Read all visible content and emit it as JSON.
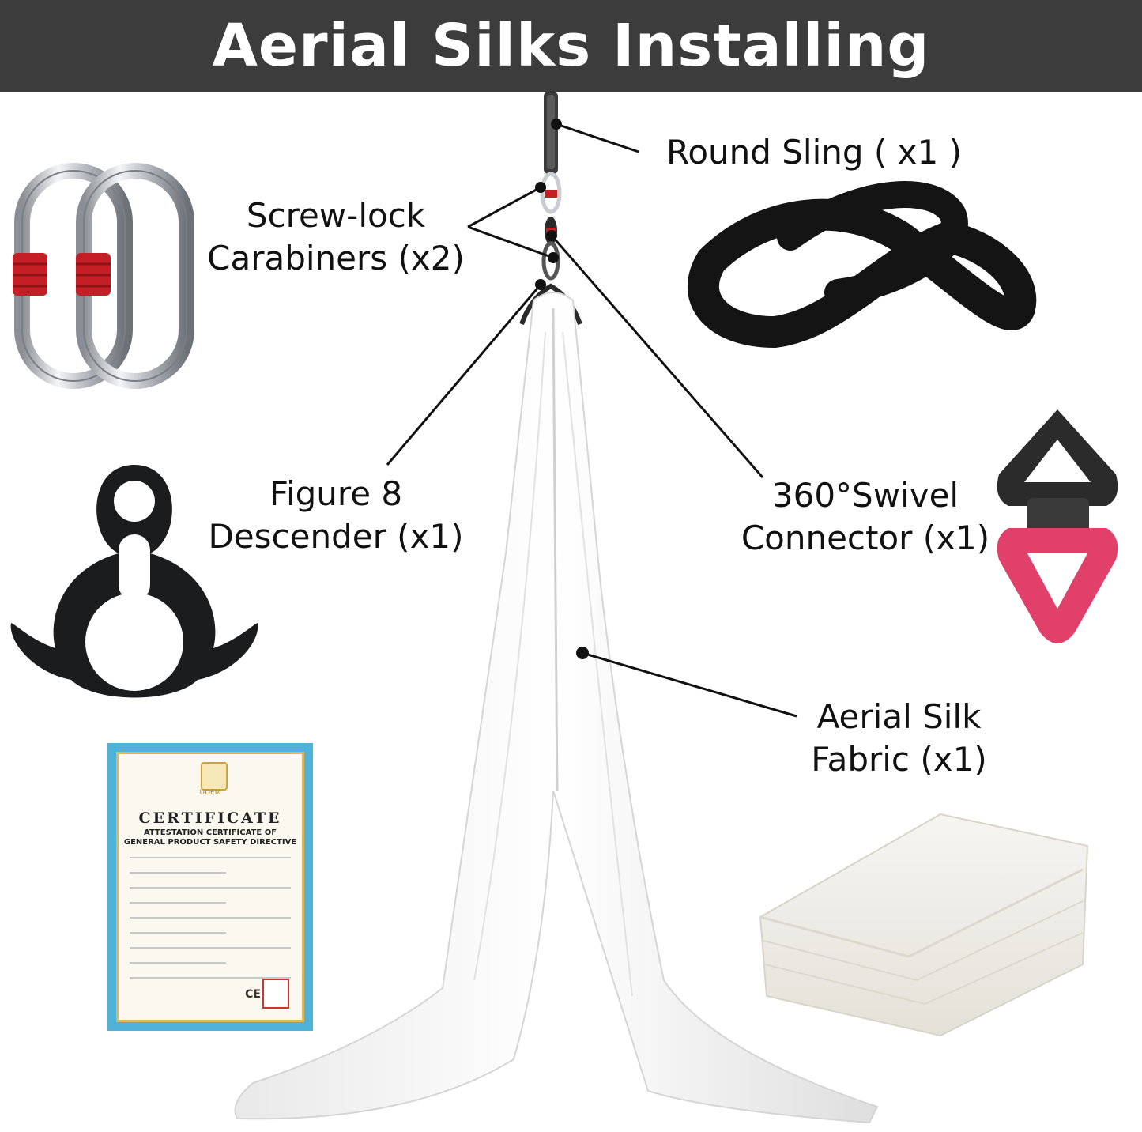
{
  "header": {
    "title": "Aerial Silks Installing"
  },
  "labels": {
    "round_sling": {
      "line1": "Round Sling ( x1 )"
    },
    "carabiners": {
      "line1": "Screw-lock",
      "line2": "Carabiners (x2)"
    },
    "descender": {
      "line1": "Figure 8",
      "line2": "Descender (x1)"
    },
    "swivel": {
      "line1": "360°Swivel",
      "line2": "Connector (x1)"
    },
    "fabric": {
      "line1": "Aerial Silk",
      "line2": "Fabric (x1)"
    }
  },
  "certificate": {
    "logo_text": "UDEM",
    "title": "CERTIFICATE",
    "subtitle1": "ATTESTATION CERTIFICATE OF",
    "subtitle2": "GENERAL PRODUCT SAFETY DIRECTIVE",
    "mark": "CE"
  },
  "colors": {
    "header_bg": "#3c3c3c",
    "carabiner_lock": "#c41f24",
    "swivel_top": "#2b2b2b",
    "swivel_bottom": "#e0406a",
    "sling": "#141414",
    "certificate_border": "#4fb2d9"
  }
}
